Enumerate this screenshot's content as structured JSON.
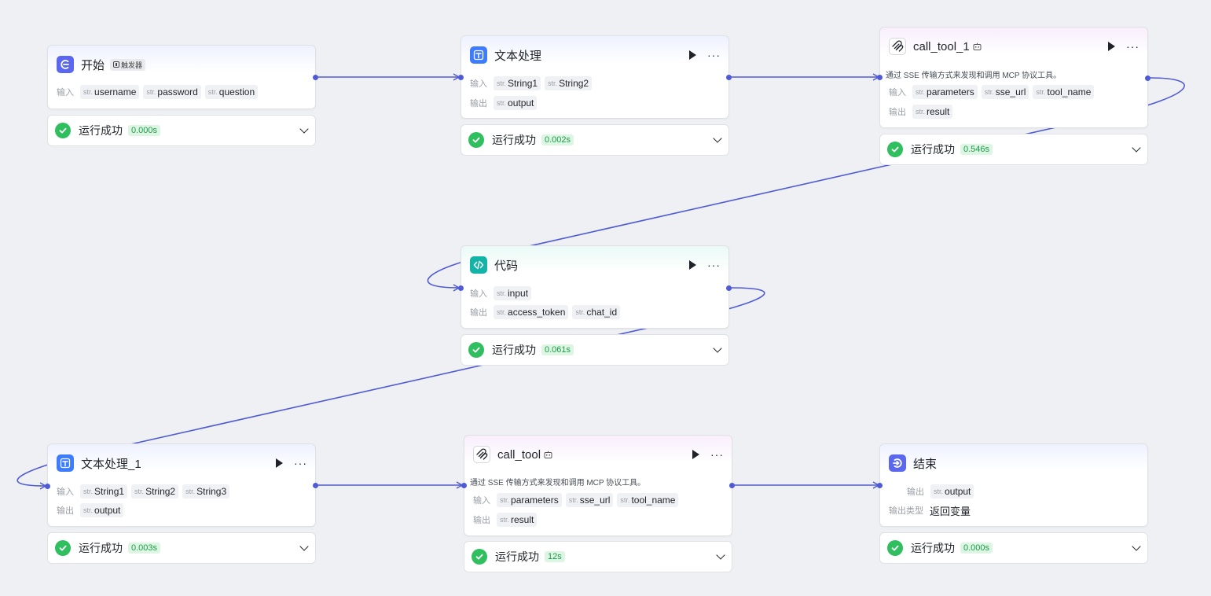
{
  "labels": {
    "input": "输入",
    "output": "输出",
    "output_type": "输出类型",
    "type_prefix": "str.",
    "status_success": "运行成功"
  },
  "colors": {
    "canvas_bg": "#eff0f3",
    "edge": "#4f5bd5",
    "success": "#2fbf5f",
    "success_badge_bg": "#ddf6e4"
  },
  "nodes": {
    "start": {
      "title": "开始",
      "tag": "触发器",
      "icon": "start-icon",
      "inputs": [
        "username",
        "password",
        "question"
      ],
      "status_time": "0.000s"
    },
    "text_proc": {
      "title": "文本处理",
      "icon": "text-process-icon",
      "inputs": [
        "String1",
        "String2"
      ],
      "outputs": [
        "output"
      ],
      "status_time": "0.002s"
    },
    "call_tool_1": {
      "title": "call_tool_1",
      "icon": "mcp-tool-icon",
      "description": "通过 SSE 传输方式来发现和调用 MCP 协议工具。",
      "inputs": [
        "parameters",
        "sse_url",
        "tool_name"
      ],
      "outputs": [
        "result"
      ],
      "status_time": "0.546s"
    },
    "code": {
      "title": "代码",
      "icon": "code-icon",
      "inputs": [
        "input"
      ],
      "outputs": [
        "access_token",
        "chat_id"
      ],
      "status_time": "0.061s"
    },
    "text_proc_1": {
      "title": "文本处理_1",
      "icon": "text-process-icon",
      "inputs": [
        "String1",
        "String2",
        "String3"
      ],
      "outputs": [
        "output"
      ],
      "status_time": "0.003s"
    },
    "call_tool": {
      "title": "call_tool",
      "icon": "mcp-tool-icon",
      "description": "通过 SSE 传输方式来发现和调用 MCP 协议工具。",
      "inputs": [
        "parameters",
        "sse_url",
        "tool_name"
      ],
      "outputs": [
        "result"
      ],
      "status_time": "12s"
    },
    "end": {
      "title": "结束",
      "icon": "end-icon",
      "outputs": [
        "output"
      ],
      "output_type_value": "返回变量",
      "status_time": "0.000s"
    }
  }
}
